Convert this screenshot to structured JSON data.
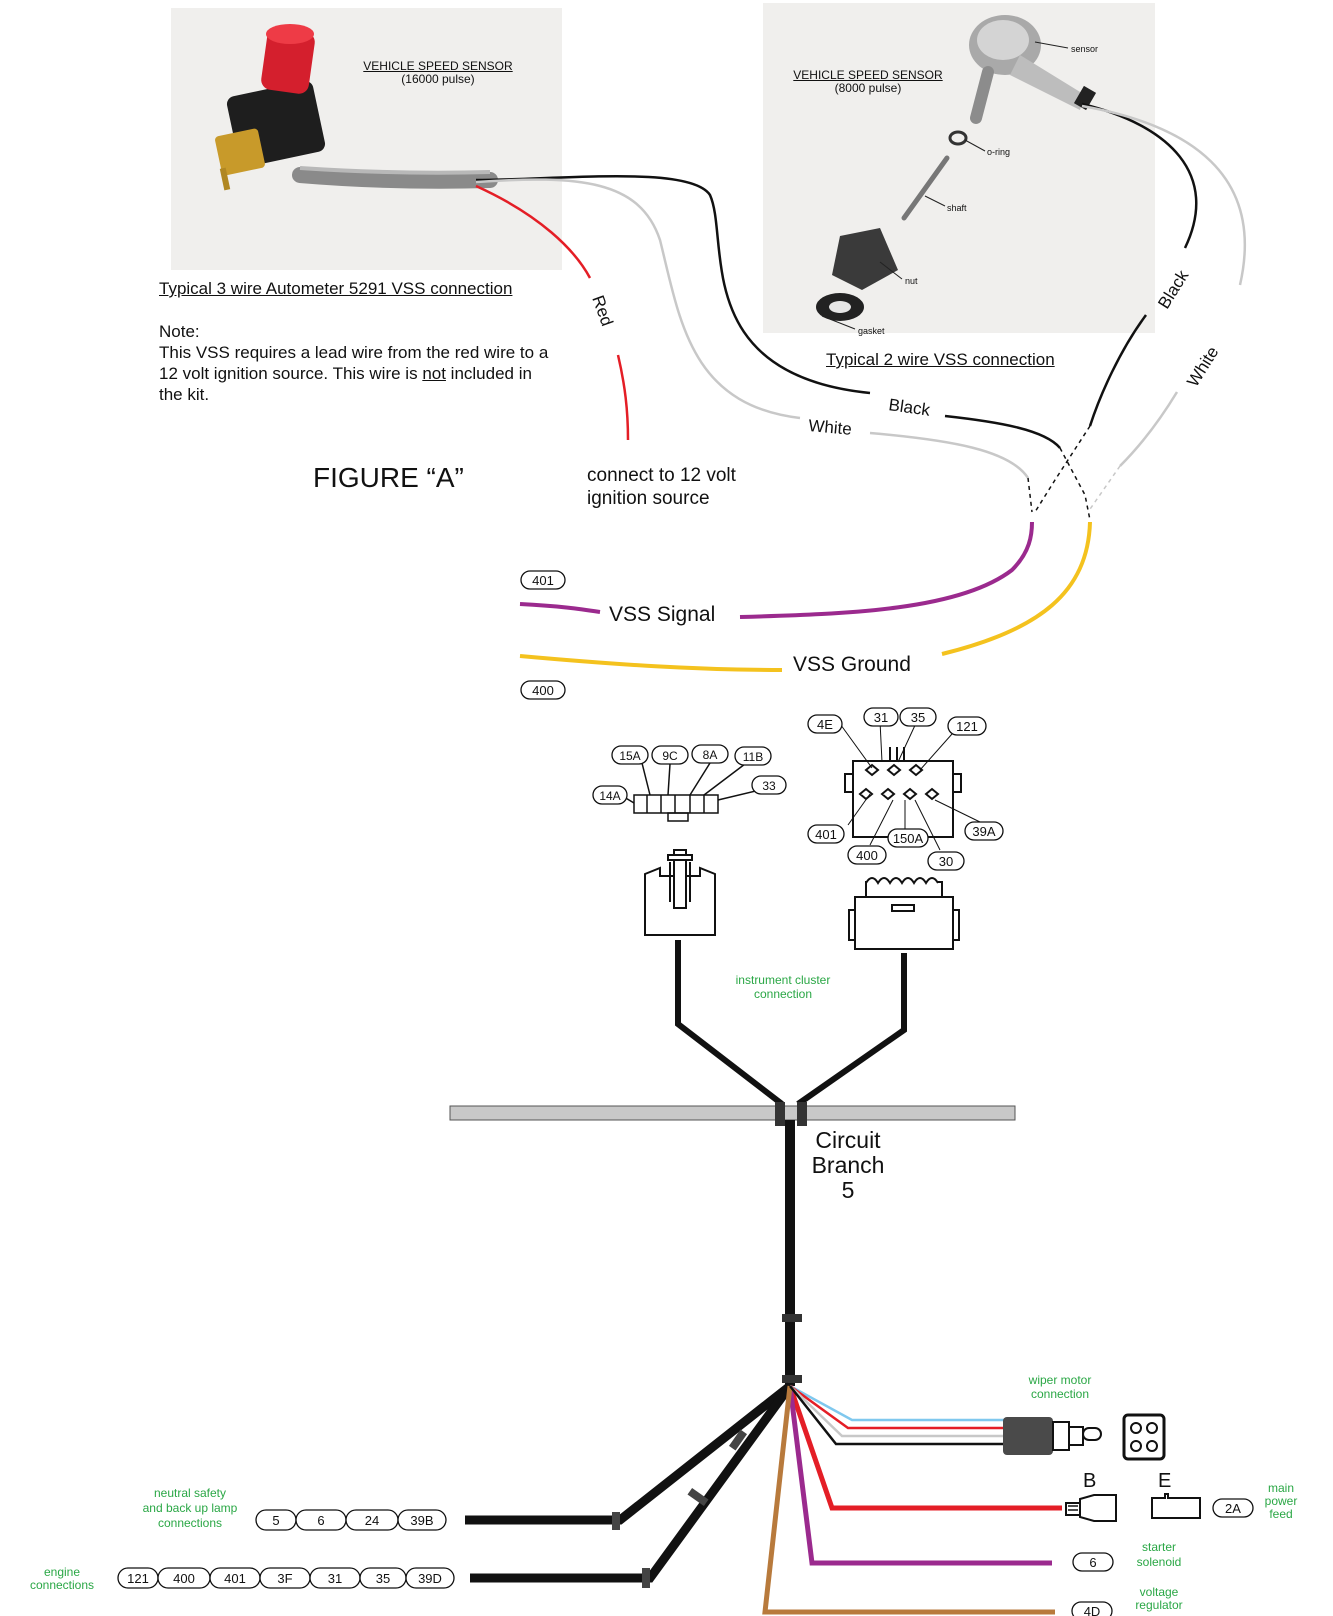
{
  "sensor_16000": {
    "title": "VEHICLE SPEED SENSOR",
    "pulse": "(16000 pulse)",
    "caption": "Typical 3 wire Autometer 5291 VSS connection",
    "note_heading": "Note:",
    "note_text_a": "This VSS requires a lead wire from the red wire to a 12 volt ignition source. This wire is ",
    "note_text_not": "not",
    "note_text_b": " included in the kit."
  },
  "sensor_8000": {
    "title": "VEHICLE SPEED SENSOR",
    "pulse": "(8000 pulse)",
    "caption": "Typical 2 wire VSS connection",
    "parts": {
      "sensor": "sensor",
      "oring": "o-ring",
      "shaft": "shaft",
      "nut": "nut",
      "gasket": "gasket"
    }
  },
  "figure_label": "FIGURE “A”",
  "ignition_note_1": "connect to 12 volt",
  "ignition_note_2": "ignition source",
  "wire_labels": {
    "red": "Red",
    "black_1": "Black",
    "white_1": "White",
    "black_2": "Black",
    "white_2": "White"
  },
  "vss_signal": {
    "label": "VSS Signal",
    "circuit": "401"
  },
  "vss_ground": {
    "label": "VSS Ground",
    "circuit": "400"
  },
  "small_connector_circuits": [
    "14A",
    "15A",
    "9C",
    "8A",
    "11B",
    "33"
  ],
  "large_connector_circuits": [
    "4E",
    "31",
    "35",
    "121",
    "401",
    "400",
    "150A",
    "30",
    "39A"
  ],
  "instrument_cluster_1": "instrument cluster",
  "instrument_cluster_2": "connection",
  "circuit_branch_1": "Circuit",
  "circuit_branch_2": "Branch",
  "circuit_branch_3": "5",
  "wiper_motor_1": "wiper motor",
  "wiper_motor_2": "connection",
  "terminal_b": "B",
  "terminal_e": "E",
  "main_power_circuit": "2A",
  "main_power_1": "main",
  "main_power_2": "power",
  "main_power_3": "feed",
  "starter_circuit": "6",
  "starter_1": "starter",
  "starter_2": "solenoid",
  "regulator_circuit": "4D",
  "regulator_1": "voltage",
  "regulator_2": "regulator",
  "neutral_safety_1": "neutral safety",
  "neutral_safety_2": "and back up lamp",
  "neutral_safety_3": "connections",
  "neutral_circuits": [
    "5",
    "6",
    "24",
    "39B"
  ],
  "engine_1": "engine",
  "engine_2": "connections",
  "engine_circuits": [
    "121",
    "400",
    "401",
    "3F",
    "31",
    "35",
    "39D"
  ],
  "colors": {
    "red": "#e41e26",
    "black": "#111111",
    "white_wire": "#c8c8c8",
    "purple": "#9b2a8e",
    "yellow": "#f4c21e",
    "brown": "#b87a3c",
    "light_blue": "#7fc8ee",
    "green_text": "#2aa745",
    "bar": "#c8c8c8"
  }
}
